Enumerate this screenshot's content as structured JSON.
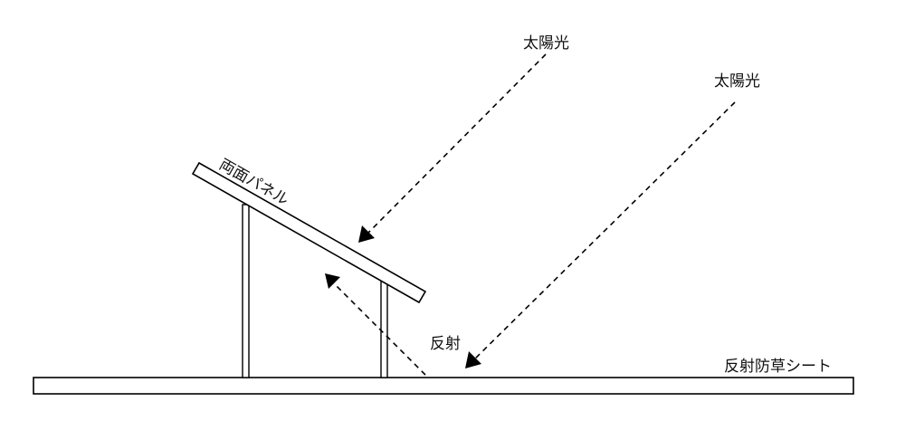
{
  "labels": {
    "sunlight_1": "太陽光",
    "sunlight_2": "太陽光",
    "panel": "両面パネル",
    "reflection": "反射",
    "sheet": "反射防草シート"
  }
}
